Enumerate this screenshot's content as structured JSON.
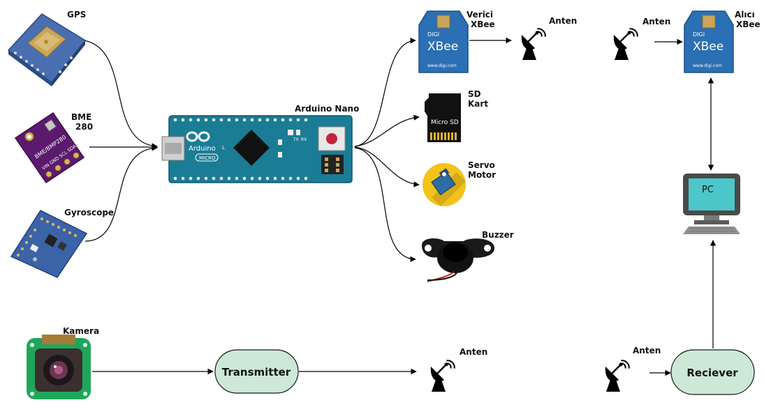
{
  "labels": {
    "gps": "GPS",
    "bme": "BME\n280",
    "gyroscope": "Gyroscope",
    "arduino": "Arduino Nano",
    "verici": "Verici\nXBee",
    "anten_tx": "Anten",
    "anten_rx": "Anten",
    "alici": "Alıcı\nXBee",
    "sd": "SD\nKart",
    "servo": "Servo\nMotor",
    "buzzer": "Buzzer",
    "pc": "PC",
    "kamera": "Kamera",
    "transmitter": "Transmitter",
    "anten_cam_tx": "Anten",
    "anten_cam_rx": "Anten",
    "reciever": "Reciever"
  },
  "device_text": {
    "arduino_brand": "Arduino",
    "arduino_micro": "MICRO",
    "xbee_digi": "DIGI",
    "xbee_name": "XBee",
    "xbee_url": "www.digi.com",
    "sd_text": "Micro SD",
    "bme_chip": "BME/BMP280",
    "bme_pins": "VIN GND SCL SDA",
    "arduino_pin_tx": "TX",
    "arduino_pin_rx": "RX",
    "arduino_pin_l": "L"
  },
  "colors": {
    "node_fill": "#cde8d6",
    "xbee_blue": "#2b6fb5",
    "arduino_teal": "#1a7d95",
    "bme_purple": "#5b1a6e",
    "gyro_blue": "#3a63a8",
    "servo_yellow": "#f3c21b",
    "pc_screen": "#4cc7c9"
  }
}
